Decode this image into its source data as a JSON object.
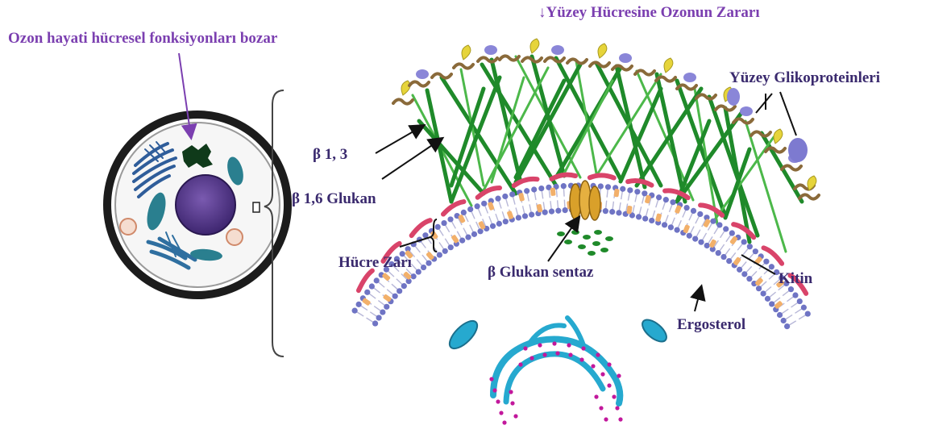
{
  "title": {
    "arrow": "↓",
    "text": "Yüzey Hücresine Ozonun Zararı"
  },
  "labels": {
    "ozon": "Ozon hayati hücresel fonksiyonları bozar",
    "glycoproteins": "Yüzey Glikoproteinleri",
    "beta13": "β 1, 3",
    "beta16": "β 1,6 Glukan",
    "membrane": "Hücre Zarı",
    "synthase": "β Glukan sentaz",
    "chitin": "Kitin",
    "ergosterol": "Ergosterol"
  },
  "colors": {
    "label_purple": "#7b3fb0",
    "label_navy": "#3a2a6e",
    "glucan_green": "#1f8a2a",
    "chitin_pink": "#d9446a",
    "lipid_head": "#6f74c4",
    "ergosterol_orange": "#f2b06a",
    "synthase_gold": "#d9a02a",
    "organelle_teal": "#2a7f8f",
    "nucleus_purple": "#5b3a8c",
    "cell_outline": "#222222"
  }
}
